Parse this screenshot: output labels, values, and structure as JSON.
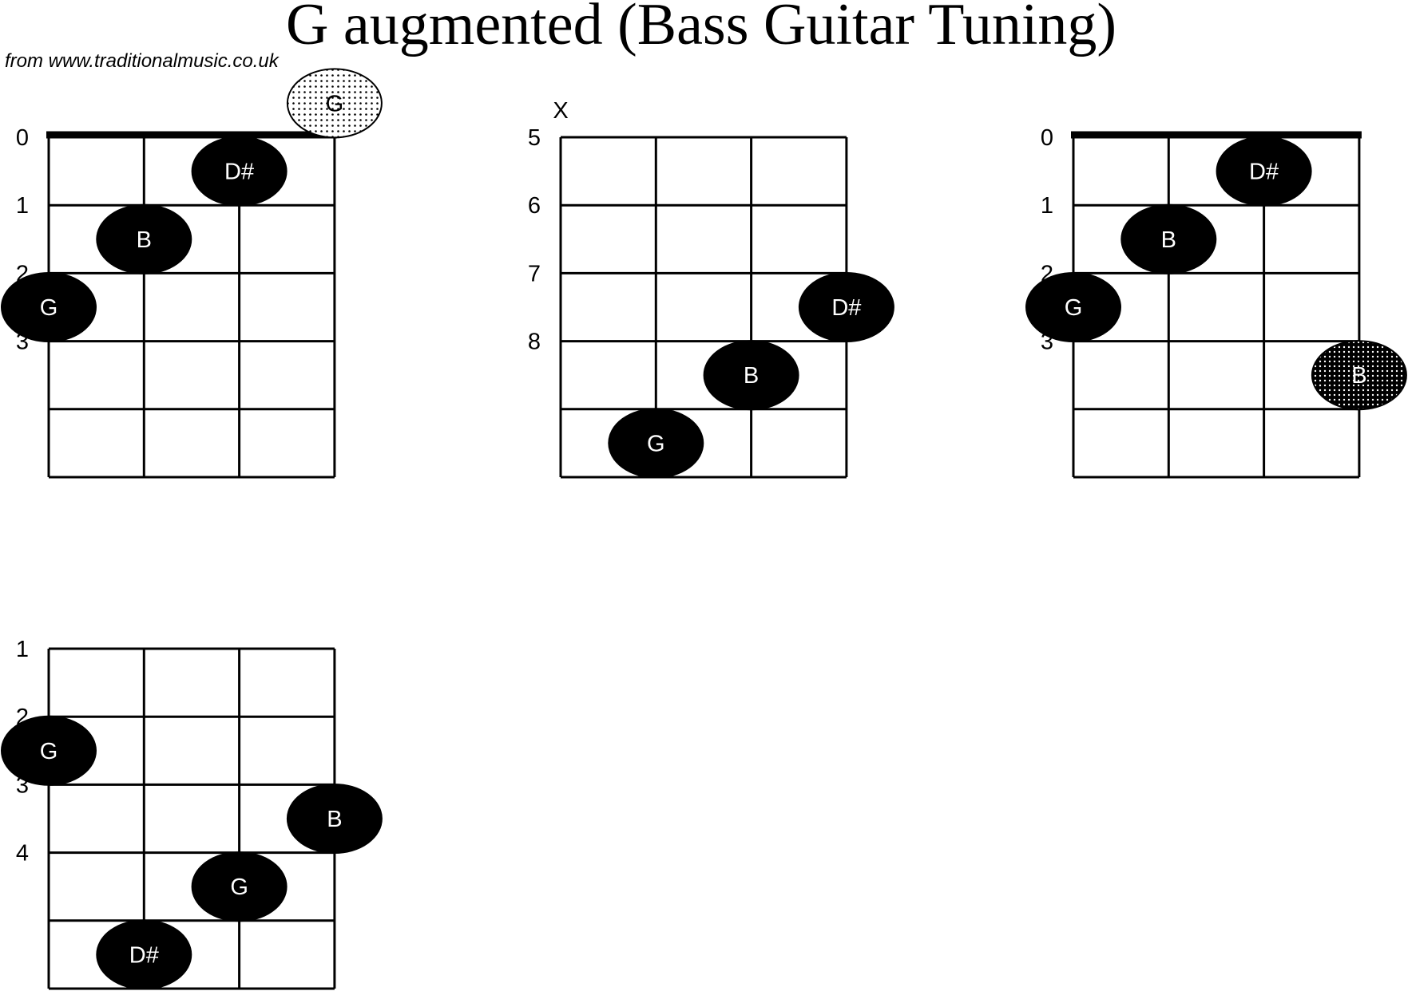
{
  "title": "G augmented (Bass Guitar Tuning)",
  "source": "from www.traditionalmusic.co.uk",
  "colors": {
    "ink": "#000000",
    "paper": "#ffffff"
  },
  "diagrams": [
    {
      "id": "chart-1",
      "nut": true,
      "muted_marker": "",
      "fret_labels": [
        {
          "text": "0",
          "fret": 0
        },
        {
          "text": "1",
          "fret": 1
        },
        {
          "text": "2",
          "fret": 2
        },
        {
          "text": "3",
          "fret": 3
        }
      ],
      "notes": [
        {
          "label": "G",
          "string": 4,
          "fret": 0,
          "style": "open"
        },
        {
          "label": "D#",
          "string": 3,
          "fret": 1,
          "style": "fretted"
        },
        {
          "label": "B",
          "string": 2,
          "fret": 2,
          "style": "fretted"
        },
        {
          "label": "G",
          "string": 1,
          "fret": 3,
          "style": "fretted"
        }
      ]
    },
    {
      "id": "chart-2",
      "nut": false,
      "muted_marker": "X",
      "fret_labels": [
        {
          "text": "5",
          "fret": 0
        },
        {
          "text": "6",
          "fret": 1
        },
        {
          "text": "7",
          "fret": 2
        },
        {
          "text": "8",
          "fret": 3
        }
      ],
      "notes": [
        {
          "label": "D#",
          "string": 4,
          "fret": 3,
          "style": "fretted"
        },
        {
          "label": "B",
          "string": 3,
          "fret": 4,
          "style": "fretted"
        },
        {
          "label": "G",
          "string": 2,
          "fret": 5,
          "style": "fretted"
        }
      ]
    },
    {
      "id": "chart-3",
      "nut": true,
      "muted_marker": "",
      "fret_labels": [
        {
          "text": "0",
          "fret": 0
        },
        {
          "text": "1",
          "fret": 1
        },
        {
          "text": "2",
          "fret": 2
        },
        {
          "text": "3",
          "fret": 3
        }
      ],
      "notes": [
        {
          "label": "D#",
          "string": 3,
          "fret": 1,
          "style": "fretted"
        },
        {
          "label": "B",
          "string": 2,
          "fret": 2,
          "style": "fretted"
        },
        {
          "label": "G",
          "string": 1,
          "fret": 3,
          "style": "fretted"
        },
        {
          "label": "B",
          "string": 4,
          "fret": 4,
          "style": "optional"
        }
      ]
    },
    {
      "id": "chart-4",
      "nut": false,
      "muted_marker": "",
      "fret_labels": [
        {
          "text": "1",
          "fret": 0
        },
        {
          "text": "2",
          "fret": 1
        },
        {
          "text": "3",
          "fret": 2
        },
        {
          "text": "4",
          "fret": 3
        }
      ],
      "notes": [
        {
          "label": "G",
          "string": 1,
          "fret": 2,
          "style": "fretted"
        },
        {
          "label": "B",
          "string": 4,
          "fret": 3,
          "style": "fretted"
        },
        {
          "label": "G",
          "string": 3,
          "fret": 4,
          "style": "fretted"
        },
        {
          "label": "D#",
          "string": 2,
          "fret": 5,
          "style": "fretted"
        }
      ]
    }
  ]
}
